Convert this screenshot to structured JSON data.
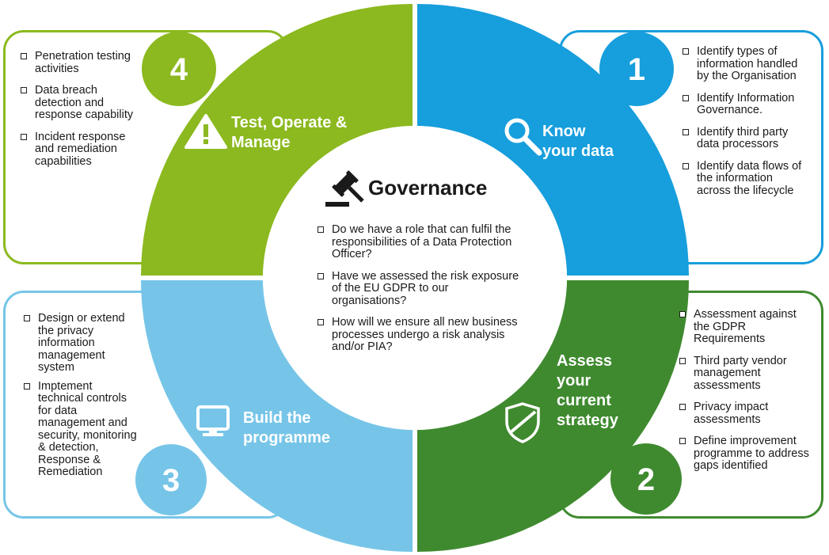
{
  "colors": {
    "green_light": "#8bb91f",
    "blue_dark": "#179edc",
    "green_dark": "#3f8a2f",
    "blue_light": "#76c5e8"
  },
  "center": {
    "title": "Governance",
    "icon": "gavel-icon",
    "questions": [
      "Do we have a role that can fulfil the responsibilities of a Data Protection Officer?",
      "Have we assessed the risk exposure of the EU GDPR to our organisations?",
      "How will we ensure all new business processes undergo a risk analysis and/or PIA?"
    ]
  },
  "quadrants": {
    "q1": {
      "number": "1",
      "icon": "magnifier-icon",
      "title_lines": [
        "Know",
        "your data"
      ],
      "items": [
        "Identify types of information handled by the Organisation",
        "Identify Information Governance.",
        "Identify third party data processors",
        "Identify data flows of the information across the lifecycle"
      ]
    },
    "q2": {
      "number": "2",
      "icon": "shield-icon",
      "title_lines": [
        "Assess",
        "your",
        "current",
        "strategy"
      ],
      "items": [
        "Assessment against the GDPR Requirements",
        "Third party vendor management assessments",
        "Privacy impact assessments",
        "Define improvement programme to address gaps identified"
      ]
    },
    "q3": {
      "number": "3",
      "icon": "monitor-icon",
      "title_lines": [
        "Build the",
        "programme"
      ],
      "items": [
        "Design or extend the privacy information management system",
        "Imptement technical controls for data management and security, monitoring & detection, Response & Remediation"
      ]
    },
    "q4": {
      "number": "4",
      "icon": "warning-icon",
      "title_lines": [
        "Test, Operate &",
        "Manage"
      ],
      "items": [
        "Penetration testing activities",
        "Data breach detection and response capability",
        "Incident response and remediation capabilities"
      ]
    }
  }
}
